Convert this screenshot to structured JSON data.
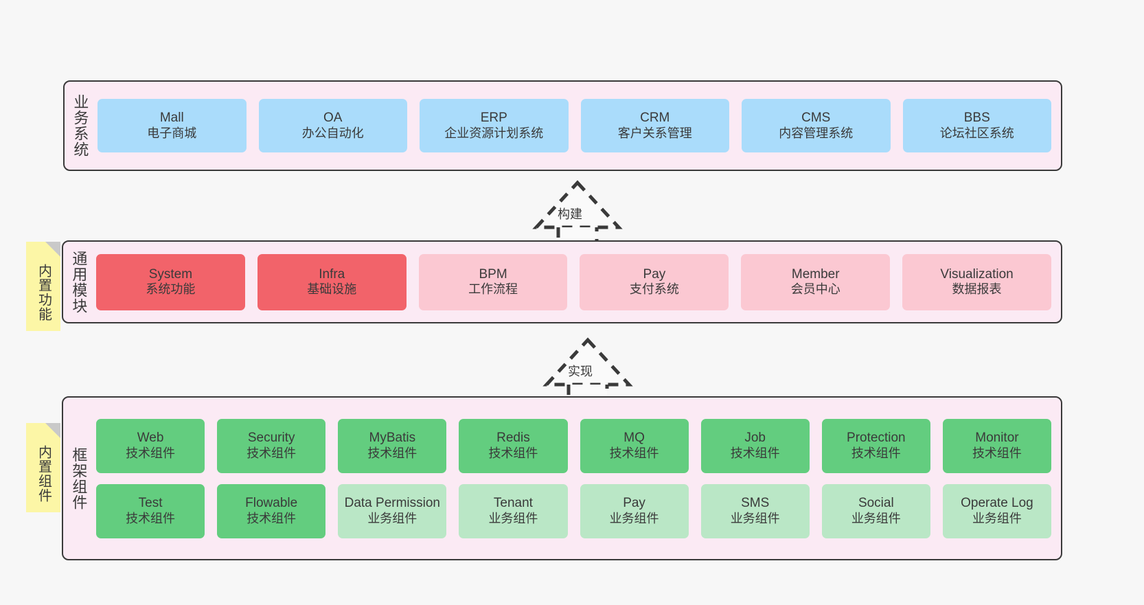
{
  "diagram": {
    "background": "#f7f7f7",
    "layer_fill": "#fbeaf4",
    "layer_border": "#3a3a3a",
    "sticky_fill": "#fcf6a6",
    "sticky_fold": "#c9c9c9"
  },
  "layers": {
    "business": {
      "label": "业务系统",
      "color": "#aadcfb",
      "cards": [
        {
          "name": "Mall",
          "sub": "电子商城"
        },
        {
          "name": "OA",
          "sub": "办公自动化"
        },
        {
          "name": "ERP",
          "sub": "企业资源计划系统"
        },
        {
          "name": "CRM",
          "sub": "客户关系管理"
        },
        {
          "name": "CMS",
          "sub": "内容管理系统"
        },
        {
          "name": "BBS",
          "sub": "论坛社区系统"
        }
      ]
    },
    "modules": {
      "label": "通用模块",
      "sticky": "内置功能",
      "colors": {
        "primary": "#f2636a",
        "secondary": "#fbc8d2"
      },
      "cards": [
        {
          "name": "System",
          "sub": "系统功能",
          "tone": "red"
        },
        {
          "name": "Infra",
          "sub": "基础设施",
          "tone": "red"
        },
        {
          "name": "BPM",
          "sub": "工作流程",
          "tone": "pink"
        },
        {
          "name": "Pay",
          "sub": "支付系统",
          "tone": "pink"
        },
        {
          "name": "Member",
          "sub": "会员中心",
          "tone": "pink"
        },
        {
          "name": "Visualization",
          "sub": "数据报表",
          "tone": "pink"
        }
      ]
    },
    "framework": {
      "label": "框架组件",
      "sticky": "内置组件",
      "colors": {
        "primary": "#63cd7f",
        "secondary": "#bae7c6"
      },
      "row1": [
        {
          "name": "Web",
          "sub": "技术组件",
          "tone": "green"
        },
        {
          "name": "Security",
          "sub": "技术组件",
          "tone": "green"
        },
        {
          "name": "MyBatis",
          "sub": "技术组件",
          "tone": "green"
        },
        {
          "name": "Redis",
          "sub": "技术组件",
          "tone": "green"
        },
        {
          "name": "MQ",
          "sub": "技术组件",
          "tone": "green"
        },
        {
          "name": "Job",
          "sub": "技术组件",
          "tone": "green"
        },
        {
          "name": "Protection",
          "sub": "技术组件",
          "tone": "green"
        },
        {
          "name": "Monitor",
          "sub": "技术组件",
          "tone": "green"
        }
      ],
      "row2": [
        {
          "name": "Test",
          "sub": "技术组件",
          "tone": "green"
        },
        {
          "name": "Flowable",
          "sub": "技术组件",
          "tone": "green"
        },
        {
          "name": "Data Permission",
          "sub": "业务组件",
          "tone": "greenlight"
        },
        {
          "name": "Tenant",
          "sub": "业务组件",
          "tone": "greenlight"
        },
        {
          "name": "Pay",
          "sub": "业务组件",
          "tone": "greenlight"
        },
        {
          "name": "SMS",
          "sub": "业务组件",
          "tone": "greenlight"
        },
        {
          "name": "Social",
          "sub": "业务组件",
          "tone": "greenlight"
        },
        {
          "name": "Operate Log",
          "sub": "业务组件",
          "tone": "greenlight"
        }
      ]
    }
  },
  "connectors": [
    {
      "label": "构建",
      "from": "通用模块",
      "to": "业务系统"
    },
    {
      "label": "实现",
      "from": "框架组件",
      "to": "通用模块"
    }
  ]
}
